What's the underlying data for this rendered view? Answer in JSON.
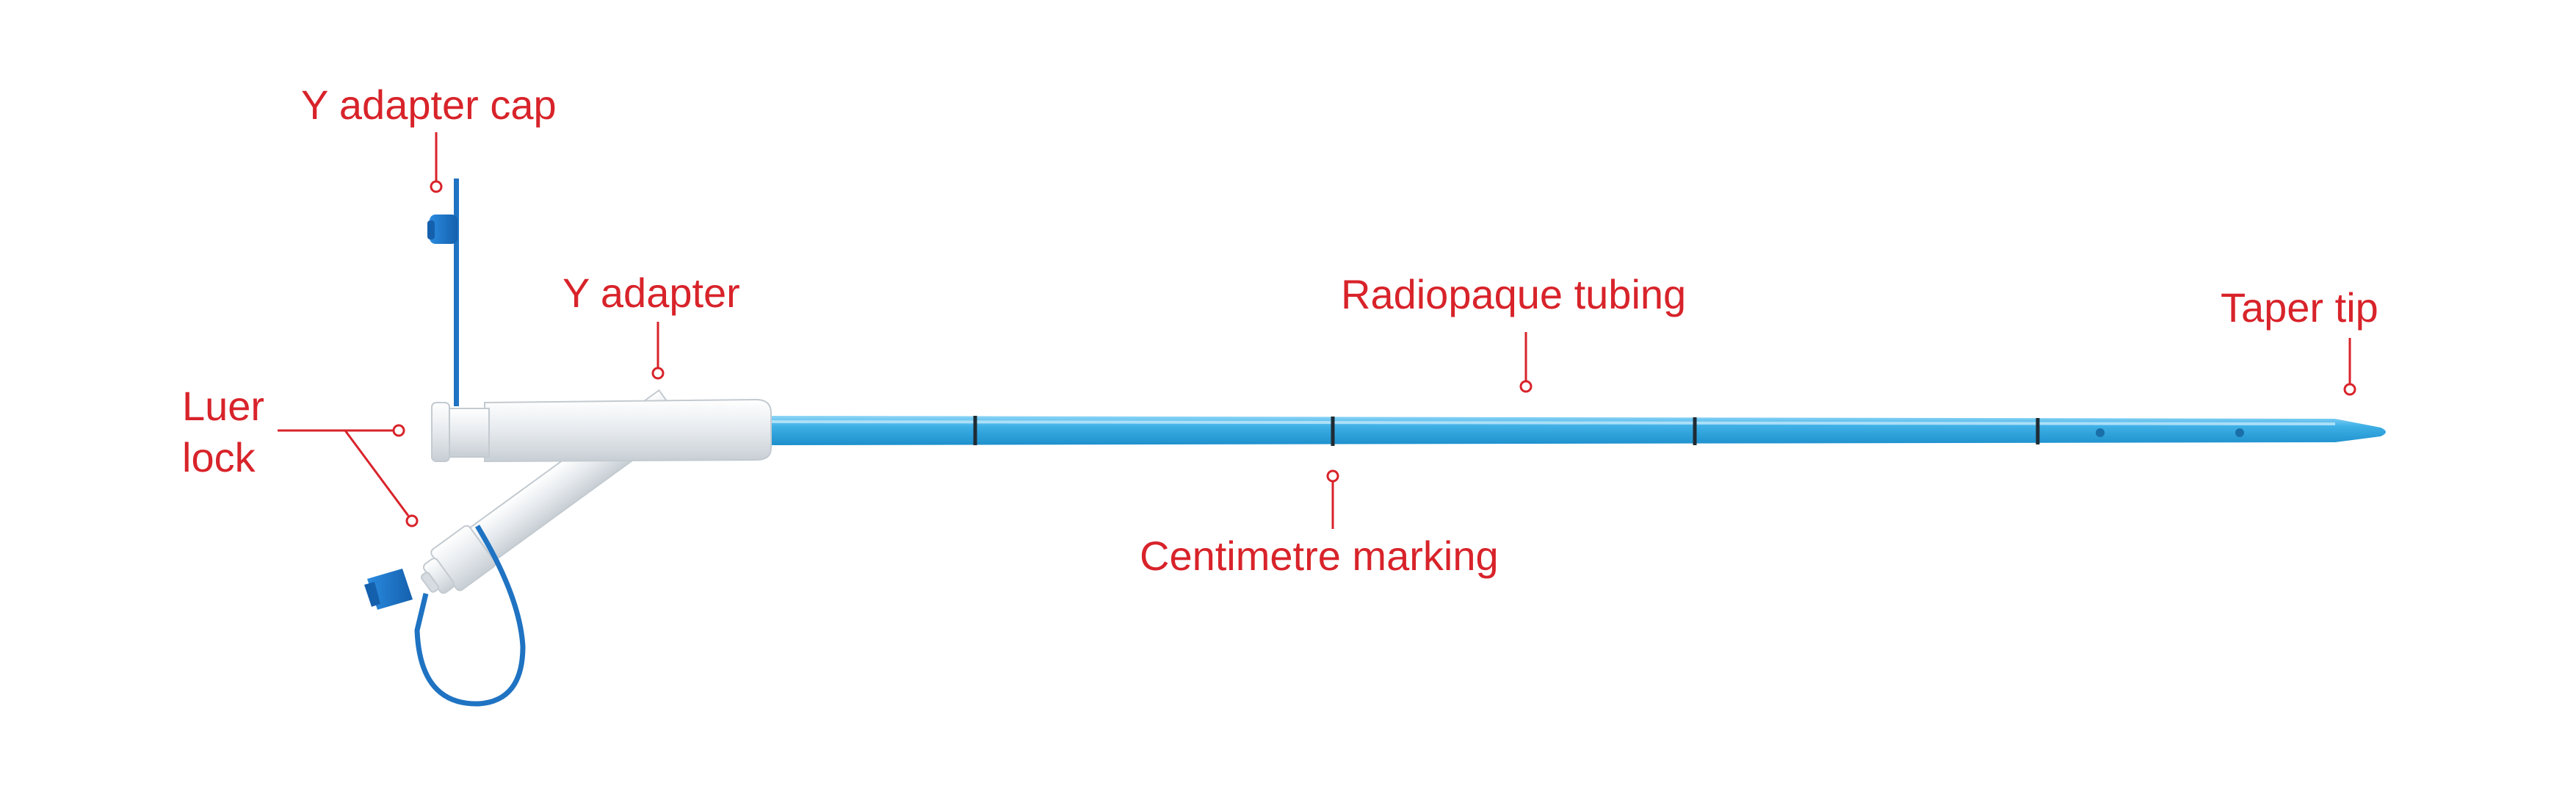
{
  "labels": {
    "y_adapter_cap": "Y adapter cap",
    "y_adapter": "Y adapter",
    "radiopaque_tubing": "Radiopaque tubing",
    "taper_tip": "Taper tip",
    "luer_lock_line1": "Luer",
    "luer_lock_line2": "lock",
    "centimetre_marking": "Centimetre marking"
  },
  "colors": {
    "label_red": "#d8232a",
    "tubing_blue": "#3fb0e6",
    "cap_blue": "#1f73c2",
    "adapter_white": "#e9edf0",
    "marking_dark": "#1f2b33"
  }
}
